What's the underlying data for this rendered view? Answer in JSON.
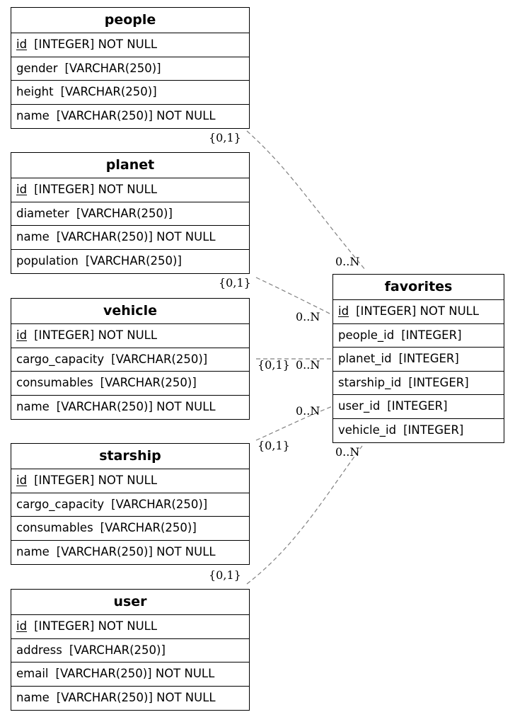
{
  "entities": {
    "people": {
      "name": "people",
      "fields": [
        {
          "name": "id",
          "type": "[INTEGER] NOT NULL"
        },
        {
          "name": "gender",
          "type": "[VARCHAR(250)]"
        },
        {
          "name": "height",
          "type": "[VARCHAR(250)]"
        },
        {
          "name": "name",
          "type": "[VARCHAR(250)] NOT NULL"
        }
      ]
    },
    "planet": {
      "name": "planet",
      "fields": [
        {
          "name": "id",
          "type": "[INTEGER] NOT NULL"
        },
        {
          "name": "diameter",
          "type": "[VARCHAR(250)]"
        },
        {
          "name": "name",
          "type": "[VARCHAR(250)] NOT NULL"
        },
        {
          "name": "population",
          "type": "[VARCHAR(250)]"
        }
      ]
    },
    "vehicle": {
      "name": "vehicle",
      "fields": [
        {
          "name": "id",
          "type": "[INTEGER] NOT NULL"
        },
        {
          "name": "cargo_capacity",
          "type": "[VARCHAR(250)]"
        },
        {
          "name": "consumables",
          "type": "[VARCHAR(250)]"
        },
        {
          "name": "name",
          "type": "[VARCHAR(250)] NOT NULL"
        }
      ]
    },
    "starship": {
      "name": "starship",
      "fields": [
        {
          "name": "id",
          "type": "[INTEGER] NOT NULL"
        },
        {
          "name": "cargo_capacity",
          "type": "[VARCHAR(250)]"
        },
        {
          "name": "consumables",
          "type": "[VARCHAR(250)]"
        },
        {
          "name": "name",
          "type": "[VARCHAR(250)] NOT NULL"
        }
      ]
    },
    "user": {
      "name": "user",
      "fields": [
        {
          "name": "id",
          "type": "[INTEGER] NOT NULL"
        },
        {
          "name": "address",
          "type": "[VARCHAR(250)]"
        },
        {
          "name": "email",
          "type": "[VARCHAR(250)] NOT NULL"
        },
        {
          "name": "name",
          "type": "[VARCHAR(250)] NOT NULL"
        }
      ]
    },
    "favorites": {
      "name": "favorites",
      "fields": [
        {
          "name": "id",
          "type": "[INTEGER] NOT NULL"
        },
        {
          "name": "people_id",
          "type": "[INTEGER]"
        },
        {
          "name": "planet_id",
          "type": "[INTEGER]"
        },
        {
          "name": "starship_id",
          "type": "[INTEGER]"
        },
        {
          "name": "user_id",
          "type": "[INTEGER]"
        },
        {
          "name": "vehicle_id",
          "type": "[INTEGER]"
        }
      ]
    }
  },
  "relations": [
    {
      "from": "people",
      "to": "favorites",
      "from_card": "{0,1}",
      "to_card": "0..N"
    },
    {
      "from": "planet",
      "to": "favorites",
      "from_card": "{0,1}",
      "to_card": "0..N"
    },
    {
      "from": "vehicle",
      "to": "favorites",
      "from_card": "{0,1}",
      "to_card": "0..N"
    },
    {
      "from": "starship",
      "to": "favorites",
      "from_card": "{0,1}",
      "to_card": "0..N"
    },
    {
      "from": "user",
      "to": "favorites",
      "from_card": "{0,1}",
      "to_card": "0..N"
    }
  ],
  "colors": {
    "border": "#000000",
    "edge": "#808080",
    "background": "#ffffff"
  }
}
